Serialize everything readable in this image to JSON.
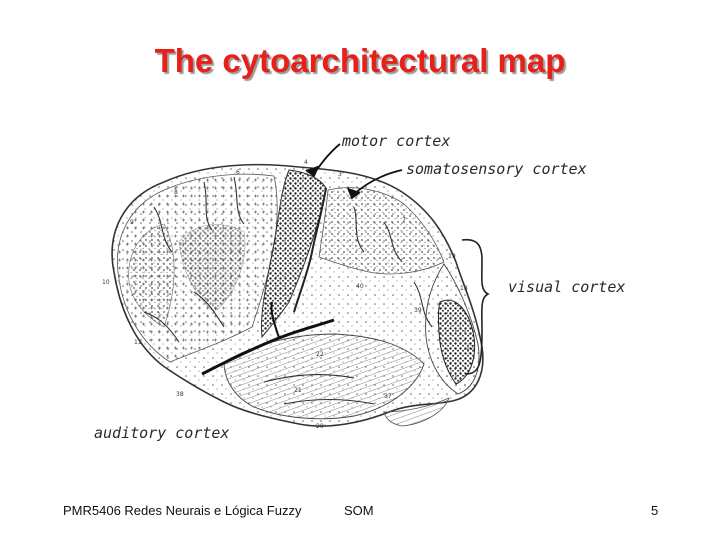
{
  "slide": {
    "title": "The cytoarchitectural map",
    "figure": {
      "labels": {
        "motor": "motor cortex",
        "somatosensory": "somatosensory cortex",
        "visual": "visual cortex",
        "auditory": "auditory cortex"
      },
      "area_numbers": [
        "4",
        "6",
        "8",
        "9",
        "10",
        "11",
        "19",
        "18",
        "17",
        "22",
        "20",
        "21",
        "38",
        "37",
        "39",
        "40",
        "3",
        "7"
      ]
    },
    "footer": {
      "course": "PMR5406 Redes Neurais e Lógica Fuzzy",
      "topic": "SOM",
      "page": "5"
    }
  }
}
